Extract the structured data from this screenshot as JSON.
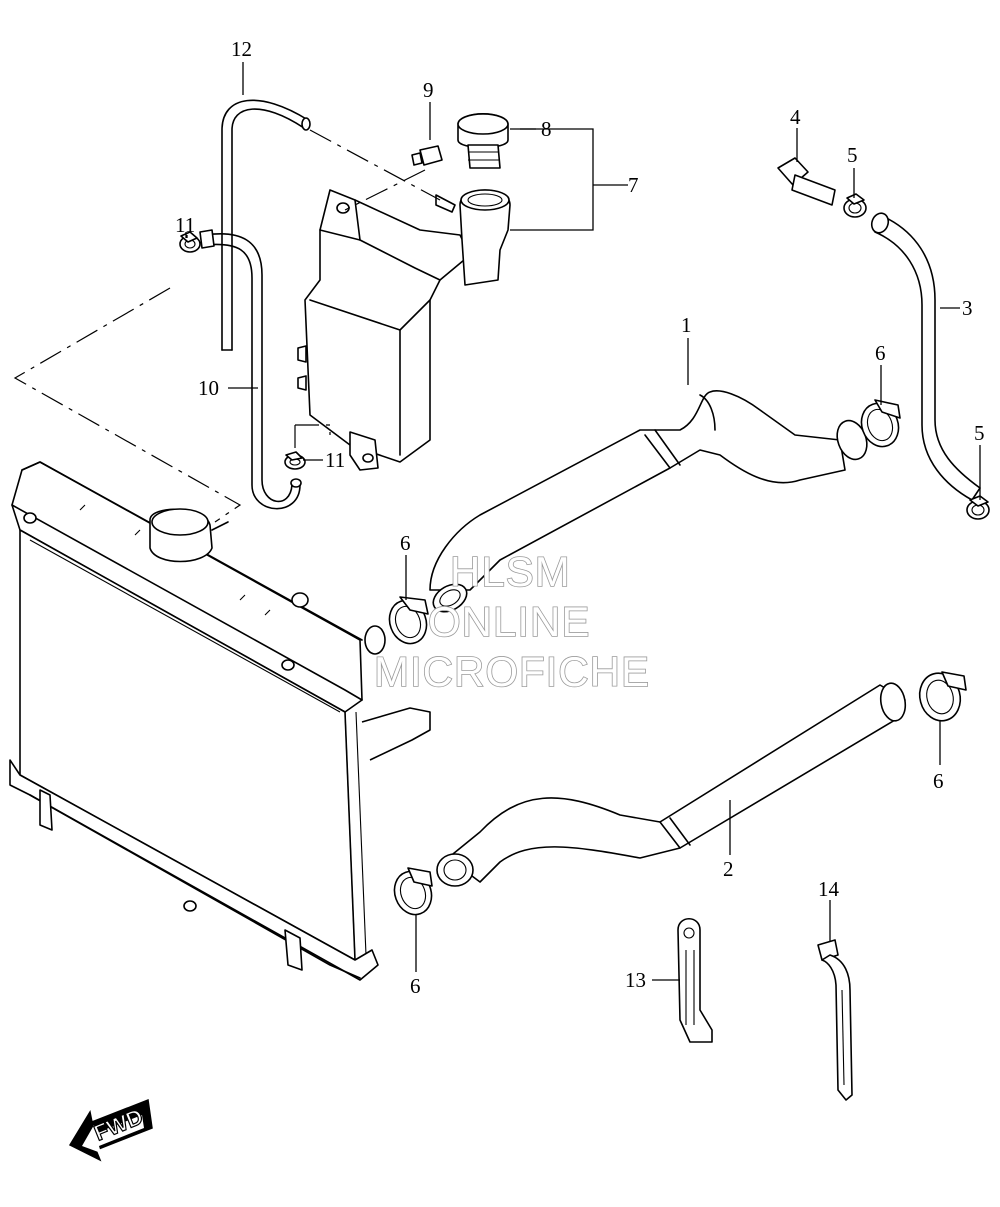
{
  "callouts": {
    "c1": "1",
    "c2": "2",
    "c3": "3",
    "c4": "4",
    "c5a": "5",
    "c5b": "5",
    "c6a": "6",
    "c6b": "6",
    "c6c": "6",
    "c6d": "6",
    "c7": "7",
    "c8": "8",
    "c9": "9",
    "c10": "10",
    "c11a": "11",
    "c11b": "11",
    "c12": "12",
    "c13": "13",
    "c14": "14"
  },
  "watermark": {
    "line1": "HLSM",
    "line2": "ONLINE",
    "line3": "MICROFICHE"
  },
  "fwd_label": "FWD"
}
